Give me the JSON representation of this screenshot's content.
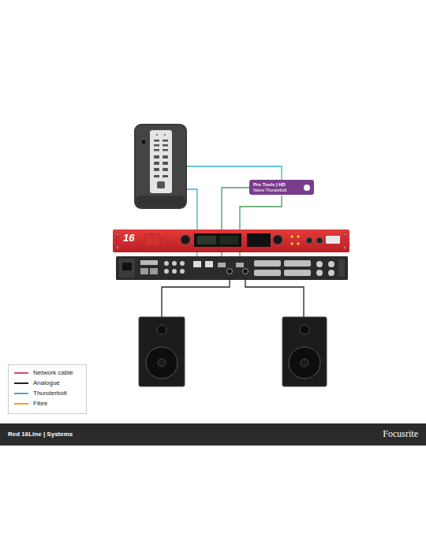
{
  "diagram": {
    "nodes": [
      {
        "text": [
          "Pro Tools | HD",
          "Native Thunderbolt"
        ]
      },
      {
        "text": [
          "Red 16Line | Systems",
          "Focusrite"
        ]
      }
    ],
    "labels": [
      "16"
    ],
    "legend": [
      {
        "text": "Network cable",
        "color": "#e0456b"
      },
      {
        "text": "Analogue",
        "color": "#222222"
      },
      {
        "text": "Thunderbolt",
        "color": "#3aaed8"
      },
      {
        "text": "Fibre",
        "color": "#f0a020"
      }
    ]
  }
}
